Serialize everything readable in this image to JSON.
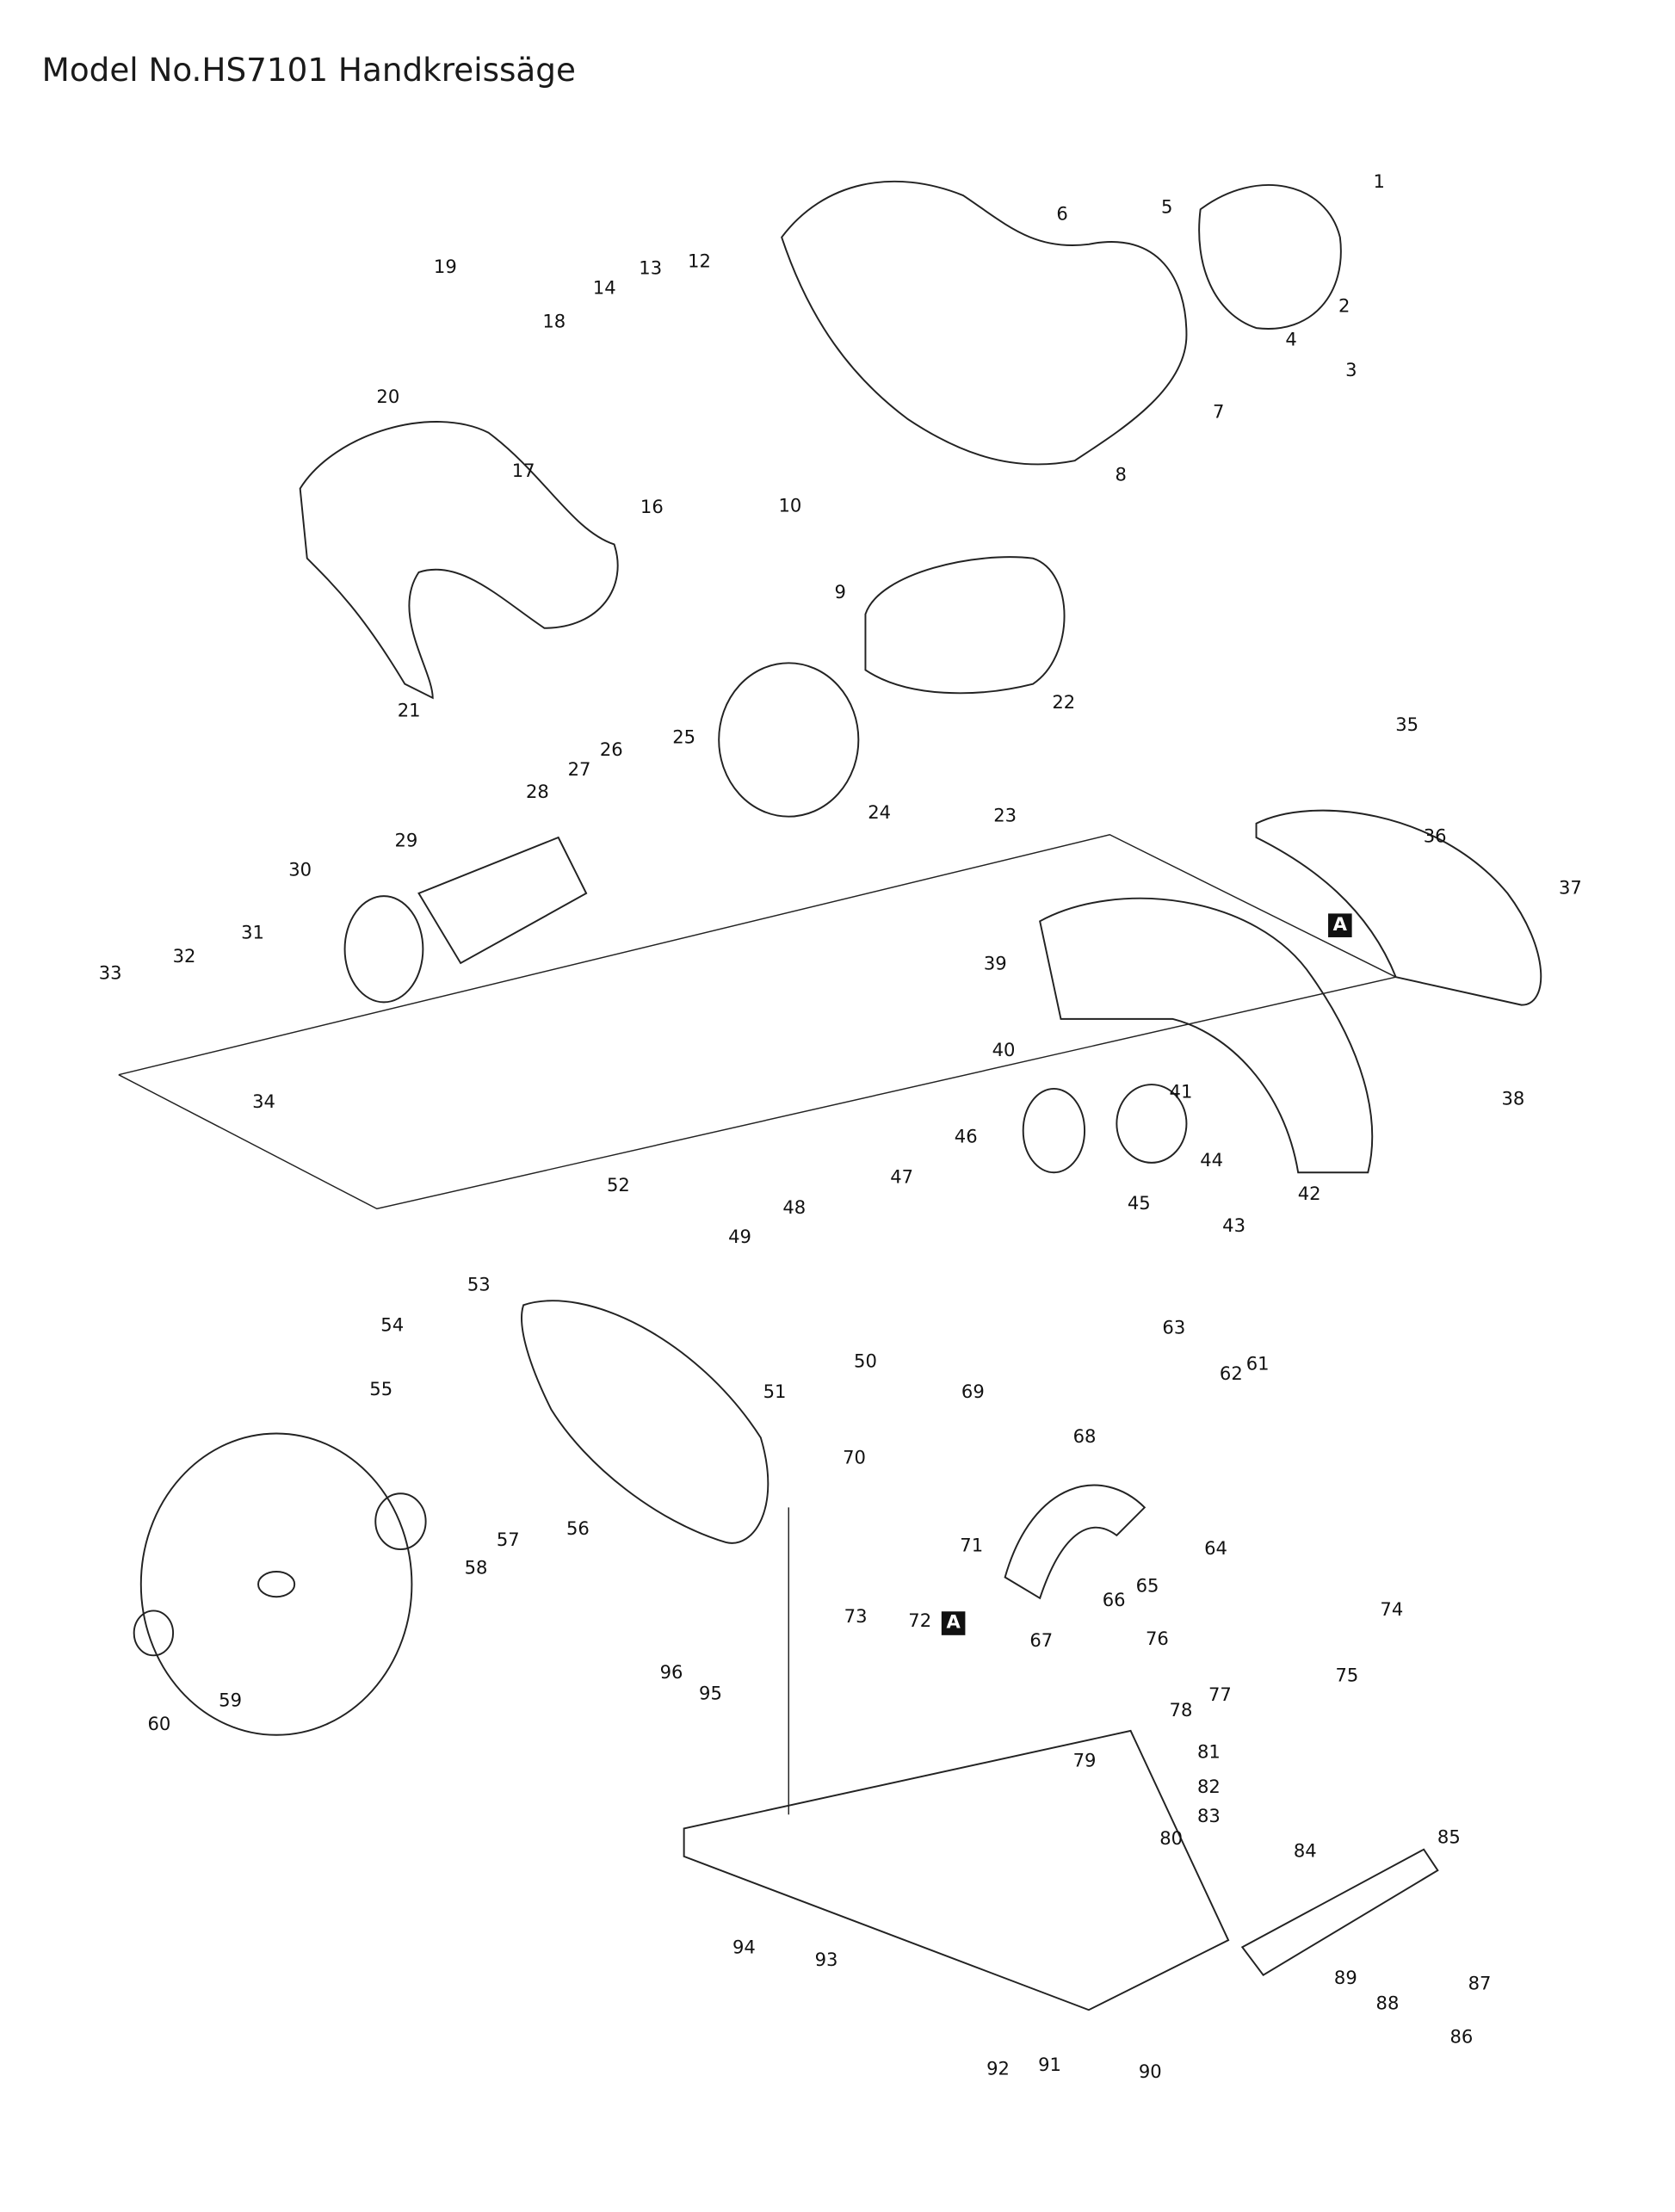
{
  "title": "Model No.HS7101 Handkreissäge",
  "reference_mark": "A",
  "labels": [
    "1",
    "2",
    "3",
    "4",
    "5",
    "6",
    "7",
    "8",
    "9",
    "10",
    "12",
    "13",
    "14",
    "16",
    "17",
    "18",
    "19",
    "20",
    "21",
    "22",
    "23",
    "24",
    "25",
    "26",
    "27",
    "28",
    "29",
    "30",
    "31",
    "32",
    "33",
    "34",
    "35",
    "36",
    "37",
    "38",
    "39",
    "40",
    "41",
    "42",
    "43",
    "44",
    "45",
    "46",
    "47",
    "48",
    "49",
    "50",
    "51",
    "52",
    "53",
    "54",
    "55",
    "56",
    "57",
    "58",
    "59",
    "60",
    "61",
    "62",
    "63",
    "64",
    "65",
    "66",
    "67",
    "68",
    "69",
    "70",
    "71",
    "72",
    "73",
    "74",
    "75",
    "76",
    "77",
    "78",
    "79",
    "80",
    "81",
    "82",
    "83",
    "84",
    "85",
    "86",
    "87",
    "88",
    "89",
    "90",
    "91",
    "92",
    "93",
    "94",
    "95",
    "96"
  ]
}
